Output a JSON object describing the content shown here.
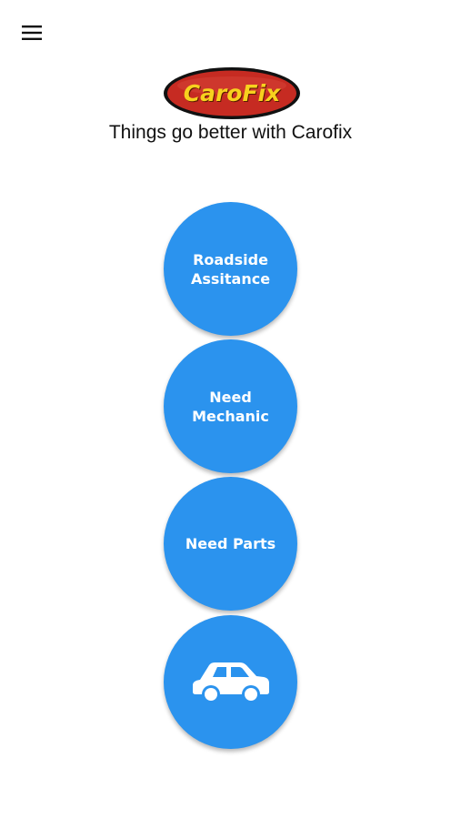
{
  "header": {
    "menu_icon": "hamburger-menu-icon"
  },
  "logo": {
    "text": "CaroFix",
    "colors": {
      "outer": "#111111",
      "inner": "#c62b22",
      "text": "#f7d11e"
    }
  },
  "tagline": "Things go better with Carofix",
  "buttons": [
    {
      "id": "roadside",
      "label": "Roadside\nAssitance"
    },
    {
      "id": "mechanic",
      "label": "Need\nMechanic"
    },
    {
      "id": "parts",
      "label": "Need Parts"
    },
    {
      "id": "car",
      "icon": "car-icon"
    }
  ],
  "colors": {
    "accent": "#2b93ee",
    "background": "#ffffff"
  }
}
